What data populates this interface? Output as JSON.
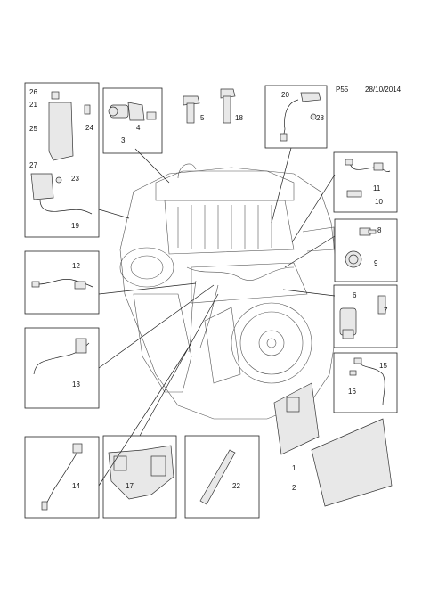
{
  "header": {
    "page_code": "P55",
    "date": "28/10/2014"
  },
  "callouts": {
    "c1": "1",
    "c2": "2",
    "c3": "3",
    "c4": "4",
    "c5": "5",
    "c6": "6",
    "c7": "7",
    "c8": "8",
    "c9": "9",
    "c10": "10",
    "c11": "11",
    "c12": "12",
    "c13": "13",
    "c14": "14",
    "c15": "15",
    "c16": "16",
    "c17": "17",
    "c18": "18",
    "c19": "19",
    "c20": "20",
    "c21": "21",
    "c22": "22",
    "c23": "23",
    "c24": "24",
    "c25": "25",
    "c26": "26",
    "c27": "27",
    "c28": "28"
  }
}
